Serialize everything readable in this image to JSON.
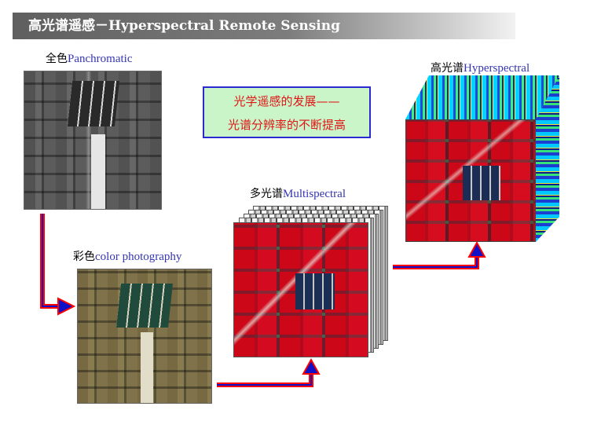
{
  "title": "高光谱遥感－Hyperspectral Remote Sensing",
  "panchromatic": {
    "zh": "全色",
    "en": "Panchromatic"
  },
  "color_photo": {
    "zh": "彩色",
    "en": "color photography"
  },
  "multispectral": {
    "zh": "多光谱",
    "en": "Multispectral"
  },
  "hyperspectral": {
    "zh": "高光谱",
    "en": "Hyperspectral"
  },
  "callout": {
    "line1": "光学遥感的发展——",
    "line2": "光谱分辨率的不断提高"
  },
  "colors": {
    "arrow_fill": "#1010c8",
    "arrow_stroke": "#ff0000",
    "callout_bg": "#c9f5c9",
    "callout_border": "#2a2ad0",
    "callout_text": "#e01515",
    "english_label": "#3535b0"
  }
}
